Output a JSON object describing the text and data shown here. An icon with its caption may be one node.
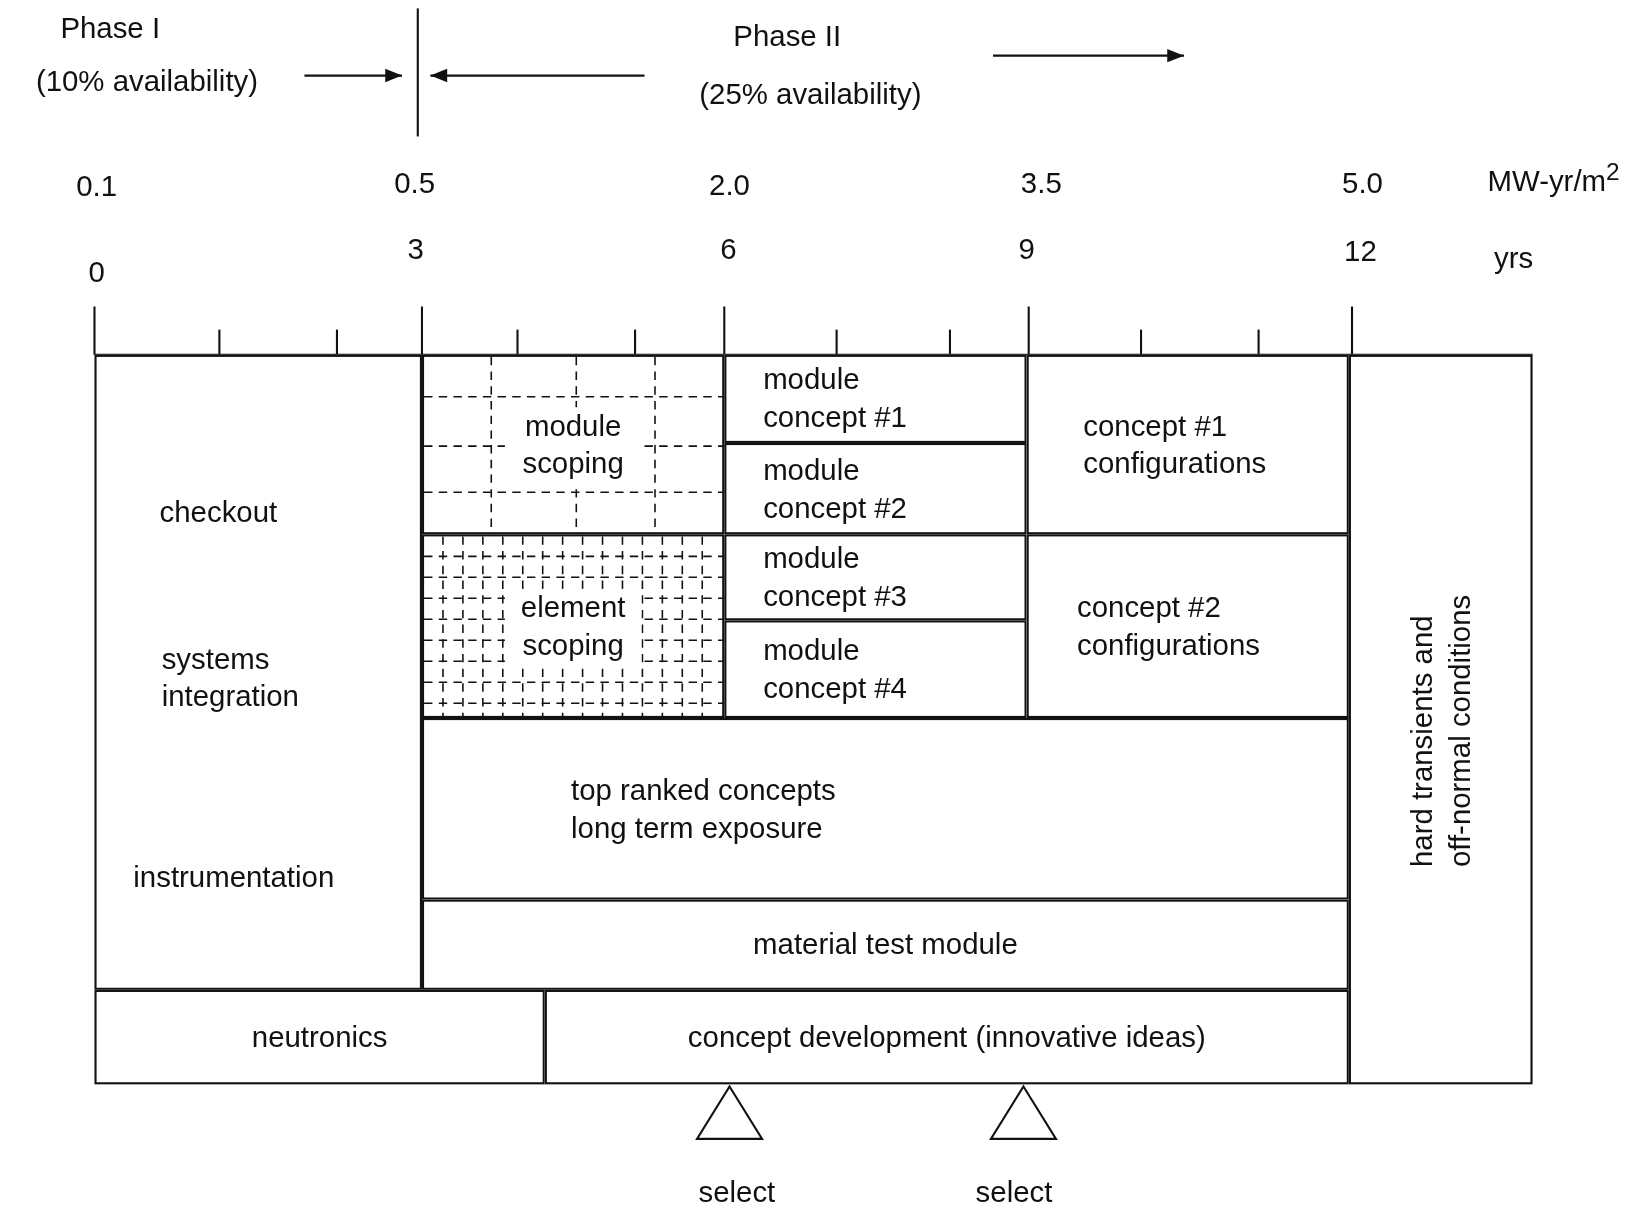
{
  "diagram": {
    "nodes": [
      {
        "text": [
          "checkout",
          "systems integration",
          "instrumentation"
        ]
      },
      {
        "text": [
          "module scoping"
        ]
      },
      {
        "text": [
          "module concept #1"
        ]
      },
      {
        "text": [
          "module concept #2"
        ]
      },
      {
        "text": [
          "concept #1 configurations"
        ]
      },
      {
        "text": [
          "element scoping"
        ]
      },
      {
        "text": [
          "module concept #3"
        ]
      },
      {
        "text": [
          "module concept #4"
        ]
      },
      {
        "text": [
          "concept #2 configurations"
        ]
      },
      {
        "text": [
          "top ranked concepts long term exposure"
        ]
      },
      {
        "text": [
          "material test module"
        ]
      },
      {
        "text": [
          "neutronics"
        ]
      },
      {
        "text": [
          "concept development (innovative ideas)"
        ]
      },
      {
        "text": [
          "hard transients and off-normal conditions"
        ]
      },
      {
        "text": [
          "select"
        ]
      },
      {
        "text": [
          "select"
        ]
      }
    ],
    "labels": [
      "Phase I",
      "(10% availability)",
      "Phase II",
      "(25% availability)",
      "0.1",
      "0.5",
      "2.0",
      "3.5",
      "5.0",
      "MW-yr/m$^{2}$",
      "0",
      "3",
      "6",
      "9",
      "12",
      "yrs"
    ]
  }
}
